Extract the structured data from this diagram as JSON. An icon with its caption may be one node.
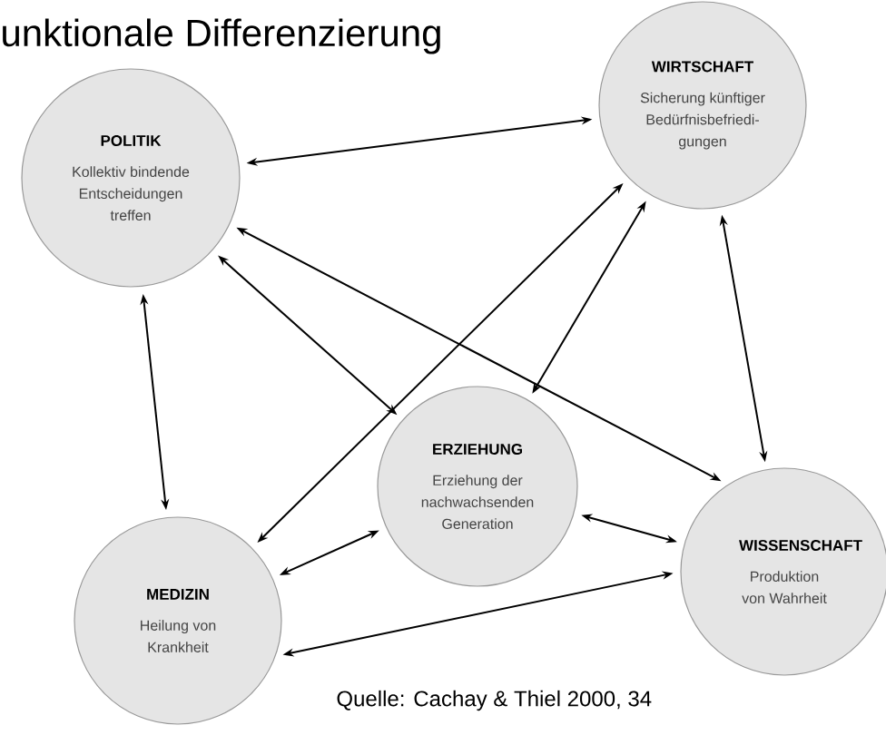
{
  "diagram": {
    "title": "unktionale Differenzierung",
    "caption": "Quelle: Cachay & Thiel 2000, 34",
    "nodes": [
      {
        "text": [
          "POLITIK",
          "Kollektiv bindende Entscheidungen treffen"
        ]
      },
      {
        "text": [
          "WIRTSCHAFT",
          "Sicherung künftiger Bedürfnisbefriedi- gungen"
        ]
      },
      {
        "text": [
          "ERZIEHUNG",
          "Erziehung der nachwachsenden Generation"
        ]
      },
      {
        "text": [
          "WISSENSCHAFT",
          "Produktion von Wahrheit"
        ]
      },
      {
        "text": [
          "MEDIZIN",
          "Heilung von Krankheit"
        ]
      }
    ],
    "edges": [
      {
        "from": 0,
        "to": 1,
        "arrow": "both"
      },
      {
        "from": 0,
        "to": 2,
        "arrow": "both"
      },
      {
        "from": 0,
        "to": 3,
        "arrow": "both"
      },
      {
        "from": 0,
        "to": 4,
        "arrow": "both"
      },
      {
        "from": 1,
        "to": 4,
        "arrow": "both"
      },
      {
        "from": 1,
        "to": 2,
        "arrow": "both"
      },
      {
        "from": 1,
        "to": 3,
        "arrow": "both"
      },
      {
        "from": 2,
        "to": 3,
        "arrow": "both"
      },
      {
        "from": 2,
        "to": 4,
        "arrow": "both"
      },
      {
        "from": 3,
        "to": 4,
        "arrow": "both"
      }
    ]
  }
}
